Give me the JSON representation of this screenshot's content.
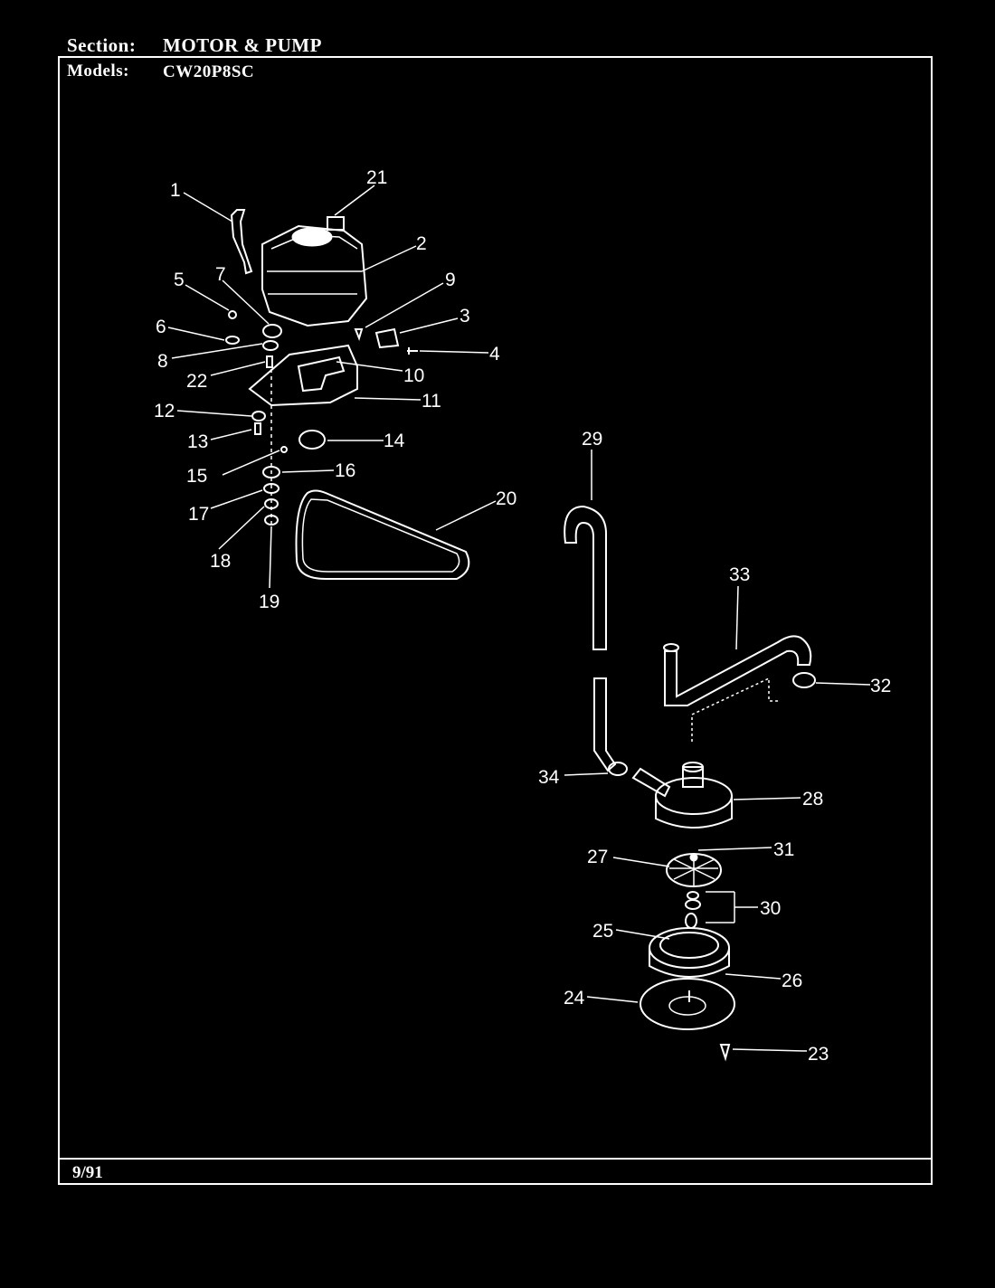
{
  "header": {
    "section_label": "Section:",
    "section_value": "MOTOR & PUMP",
    "models_label": "Models:",
    "models_value": "CW20P8SC"
  },
  "footer": {
    "date": "9/91"
  },
  "callouts": [
    "1",
    "2",
    "3",
    "4",
    "5",
    "6",
    "7",
    "8",
    "9",
    "10",
    "11",
    "12",
    "13",
    "14",
    "15",
    "16",
    "17",
    "18",
    "19",
    "20",
    "21",
    "22",
    "23",
    "24",
    "25",
    "26",
    "27",
    "28",
    "29",
    "30",
    "31",
    "32",
    "33",
    "34"
  ],
  "colors": {
    "background": "#000000",
    "ink": "#ffffff"
  }
}
